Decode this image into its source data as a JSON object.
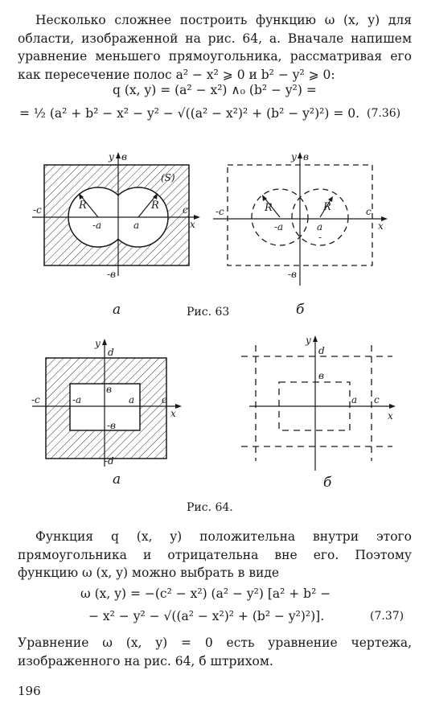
{
  "para1": "Несколько сложнее построить функцию ω (x, y) для области, изображенной на рис. 64, а. Вначале напишем уравнение меньшего прямоугольника, рассматривая его как пересечение полос a² − x² ⩾ 0 и b² − y² ⩾ 0:",
  "eq1_line1": "q (x, y) = (a² − x²) ∧₀ (b² − y²) =",
  "eq1_line2": "= ½ (a² + b² − x² − y² − √((a² − x²)² + (b² − y²)²) = 0.",
  "eq1_number": "(7.36)",
  "fig63": {
    "left_label_S": "(S)",
    "label_y": "y",
    "label_b": "в",
    "label_x": "x",
    "label_neg_c": "-c",
    "label_c": "c",
    "label_neg_a": "-a",
    "label_a": "a",
    "label_R": "R",
    "label_neg_b": "-в",
    "sub_a": "а",
    "sub_b": "б",
    "right_minus": "-",
    "caption": "Рис. 63"
  },
  "fig64": {
    "label_y": "y",
    "label_d": "d",
    "label_neg_d": "-d",
    "label_b": "в",
    "label_neg_b": "-в",
    "label_x": "x",
    "label_neg_c": "-c",
    "label_c": "c",
    "label_neg_a": "-a",
    "label_a": "a",
    "sub_a": "а",
    "sub_b": "б",
    "caption": "Рис. 64."
  },
  "para2": "Функция q (x, y) положительна внутри этого прямоугольника и отрицательна вне его. Поэтому функцию ω (x, y) можно выбрать в виде",
  "eq2_line1": "ω (x, y) = −(c² − x²) (a² − y²) [a² + b² −",
  "eq2_line2": "− x² − y² − √((a² − x²)² + (b² − y²)²)].",
  "eq2_number": "(7.37)",
  "para3": "Уравнение ω (x, y) = 0 есть уравнение чертежа, изображенного на рис. 64, б штрихом.",
  "page_number": "196"
}
